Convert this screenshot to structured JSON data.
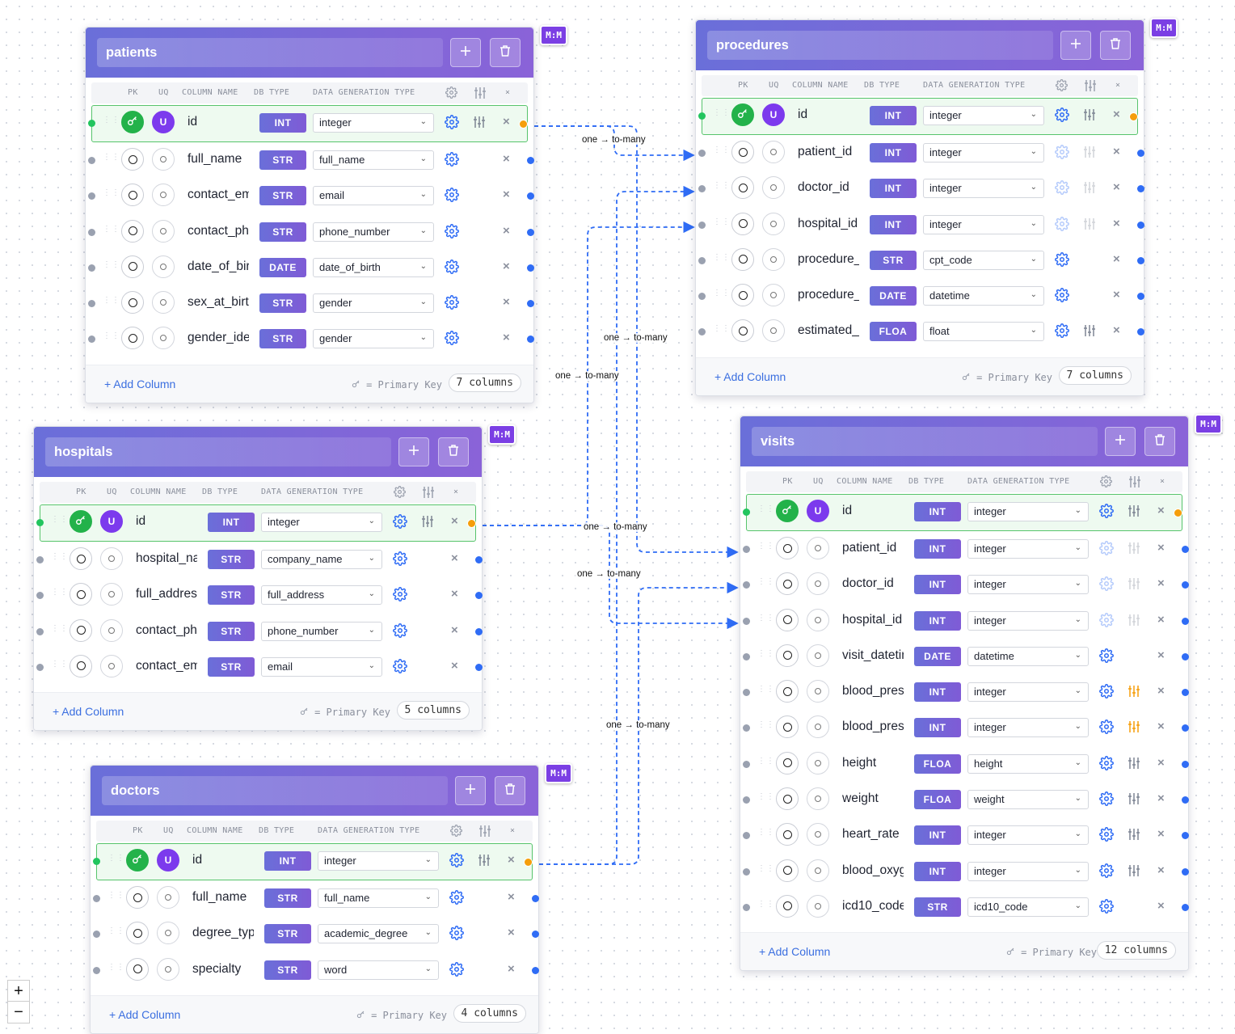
{
  "canvas": {
    "zoom_in_label": "+",
    "zoom_out_label": "−"
  },
  "header_labels": {
    "pk": "PK",
    "uq": "UQ",
    "column_name": "COLUMN NAME",
    "db_type": "DB TYPE",
    "data_generation_type": "DATA GENERATION TYPE",
    "delete": "×"
  },
  "common": {
    "add_column_label": "+ Add Column",
    "primary_key_legend": "= Primary Key",
    "many_to_many_badge": "M:M",
    "unique_label": "U"
  },
  "relationship_label": "one → to-many",
  "tables": [
    {
      "id": "patients",
      "name": "patients",
      "column_count_label": "7 columns",
      "columns": [
        {
          "name": "id",
          "db_type": "INT",
          "gen": "integer",
          "pk": true,
          "uq": true,
          "sliders": "on"
        },
        {
          "name": "full_name",
          "db_type": "STR",
          "gen": "full_name",
          "sliders": "none"
        },
        {
          "name": "contact_em",
          "db_type": "STR",
          "gen": "email",
          "sliders": "none"
        },
        {
          "name": "contact_ph",
          "db_type": "STR",
          "gen": "phone_number",
          "sliders": "none"
        },
        {
          "name": "date_of_bir",
          "db_type": "DATE",
          "gen": "date_of_birth",
          "sliders": "none"
        },
        {
          "name": "sex_at_birt",
          "db_type": "STR",
          "gen": "gender",
          "sliders": "none"
        },
        {
          "name": "gender_ide",
          "db_type": "STR",
          "gen": "gender",
          "sliders": "none"
        }
      ]
    },
    {
      "id": "procedures",
      "name": "procedures",
      "column_count_label": "7 columns",
      "columns": [
        {
          "name": "id",
          "db_type": "INT",
          "gen": "integer",
          "pk": true,
          "uq": true,
          "sliders": "on"
        },
        {
          "name": "patient_id",
          "db_type": "INT",
          "gen": "integer",
          "sliders": "dim",
          "gear_dim": true
        },
        {
          "name": "doctor_id",
          "db_type": "INT",
          "gen": "integer",
          "sliders": "dim",
          "gear_dim": true
        },
        {
          "name": "hospital_id",
          "db_type": "INT",
          "gen": "integer",
          "sliders": "dim",
          "gear_dim": true
        },
        {
          "name": "procedure_",
          "db_type": "STR",
          "gen": "cpt_code",
          "sliders": "none"
        },
        {
          "name": "procedure_",
          "db_type": "DATE",
          "gen": "datetime",
          "sliders": "none"
        },
        {
          "name": "estimated_",
          "db_type": "FLOA",
          "gen": "float",
          "sliders": "on"
        }
      ]
    },
    {
      "id": "hospitals",
      "name": "hospitals",
      "column_count_label": "5 columns",
      "columns": [
        {
          "name": "id",
          "db_type": "INT",
          "gen": "integer",
          "pk": true,
          "uq": true,
          "sliders": "on"
        },
        {
          "name": "hospital_na",
          "db_type": "STR",
          "gen": "company_name",
          "sliders": "none"
        },
        {
          "name": "full_addres",
          "db_type": "STR",
          "gen": "full_address",
          "sliders": "none"
        },
        {
          "name": "contact_ph",
          "db_type": "STR",
          "gen": "phone_number",
          "sliders": "none"
        },
        {
          "name": "contact_em",
          "db_type": "STR",
          "gen": "email",
          "sliders": "none"
        }
      ]
    },
    {
      "id": "visits",
      "name": "visits",
      "column_count_label": "12 columns",
      "columns": [
        {
          "name": "id",
          "db_type": "INT",
          "gen": "integer",
          "pk": true,
          "uq": true,
          "sliders": "on"
        },
        {
          "name": "patient_id",
          "db_type": "INT",
          "gen": "integer",
          "sliders": "dim",
          "gear_dim": true
        },
        {
          "name": "doctor_id",
          "db_type": "INT",
          "gen": "integer",
          "sliders": "dim",
          "gear_dim": true
        },
        {
          "name": "hospital_id",
          "db_type": "INT",
          "gen": "integer",
          "sliders": "dim",
          "gear_dim": true
        },
        {
          "name": "visit_datetin",
          "db_type": "DATE",
          "gen": "datetime",
          "sliders": "none"
        },
        {
          "name": "blood_pres",
          "db_type": "INT",
          "gen": "integer",
          "sliders": "active"
        },
        {
          "name": "blood_pres",
          "db_type": "INT",
          "gen": "integer",
          "sliders": "active"
        },
        {
          "name": "height",
          "db_type": "FLOA",
          "gen": "height",
          "sliders": "on"
        },
        {
          "name": "weight",
          "db_type": "FLOA",
          "gen": "weight",
          "sliders": "on"
        },
        {
          "name": "heart_rate",
          "db_type": "INT",
          "gen": "integer",
          "sliders": "on"
        },
        {
          "name": "blood_oxyg",
          "db_type": "INT",
          "gen": "integer",
          "sliders": "on"
        },
        {
          "name": "icd10_code",
          "db_type": "STR",
          "gen": "icd10_code",
          "sliders": "none"
        }
      ]
    },
    {
      "id": "doctors",
      "name": "doctors",
      "column_count_label": "4 columns",
      "columns": [
        {
          "name": "id",
          "db_type": "INT",
          "gen": "integer",
          "pk": true,
          "uq": true,
          "sliders": "on"
        },
        {
          "name": "full_name",
          "db_type": "STR",
          "gen": "full_name",
          "sliders": "none"
        },
        {
          "name": "degree_typ",
          "db_type": "STR",
          "gen": "academic_degree",
          "sliders": "none"
        },
        {
          "name": "specialty",
          "db_type": "STR",
          "gen": "word",
          "sliders": "none"
        }
      ]
    }
  ],
  "colors": {
    "header_gradient_start": "#6a6fd9",
    "header_gradient_end": "#8a63d8",
    "pk_green": "#23b24a",
    "unique_purple": "#7c3aed",
    "relation_line": "#2f6cf5",
    "pk_port": "#f59e0b",
    "slider_active": "#f59e0b"
  }
}
